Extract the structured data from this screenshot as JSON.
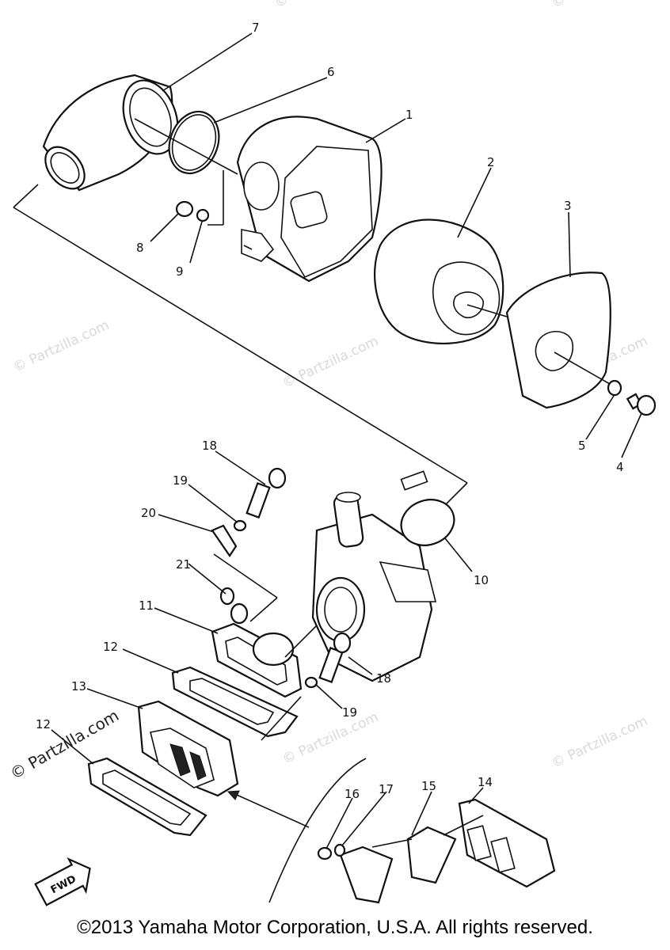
{
  "callouts": [
    "1",
    "2",
    "3",
    "4",
    "5",
    "6",
    "7",
    "8",
    "9",
    "10",
    "11",
    "12",
    "12",
    "13",
    "14",
    "15",
    "16",
    "17",
    "18",
    "18",
    "19",
    "19",
    "20",
    "21"
  ],
  "fwd_label": "FWD",
  "watermark": "© Partzilla.com",
  "watermark_side": "© Partzilla.com",
  "copyright": "©2013 Yamaha Motor Corporation, U.S.A. All rights reserved."
}
